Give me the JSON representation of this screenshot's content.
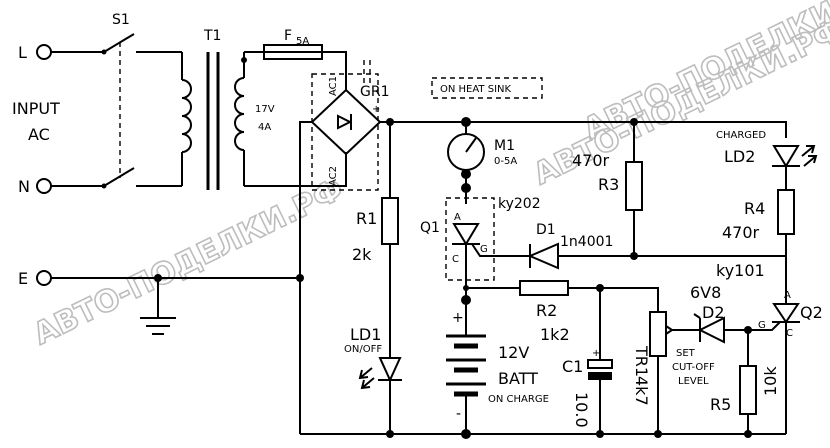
{
  "watermarks": [
    "АВТО-ПОДЕЛКИ.РФ",
    "АВТО-ПОДЕЛКИ.РФ",
    "АВТО-ПОДЕЛКИ.РФ"
  ],
  "labels": {
    "switch": "S1",
    "transformer": "T1",
    "fuse": "F",
    "fuse_rating": "5A",
    "input_l": "L",
    "input_n": "N",
    "input_e": "E",
    "input_text_1": "INPUT",
    "input_text_2": "AC",
    "secondary_voltage": "17V",
    "secondary_current": "4A",
    "bridge": "GR1",
    "bridge_ac1": "AC1",
    "bridge_ac2": "AC2",
    "heat_sink": "ON HEAT SINK",
    "meter": "M1",
    "meter_range": "0-5A",
    "thyristor_q1_type": "ky202",
    "thyristor_q1": "Q1",
    "pin_a": "A",
    "pin_c": "C",
    "pin_g": "G",
    "r1": "R1",
    "r1_value": "2k",
    "d1": "D1",
    "d1_type": "1n4001",
    "r3": "R3",
    "r3_value": "470r",
    "charged": "CHARGED",
    "ld2": "LD2",
    "r4": "R4",
    "r4_value": "470r",
    "q2_type": "ky101",
    "q2": "Q2",
    "zener_voltage": "6V8",
    "d2": "D2",
    "r2": "R2",
    "r2_value": "1k2",
    "ld1": "LD1",
    "on_off": "ON/OFF",
    "plus": "+",
    "minus": "-",
    "batt_voltage": "12V",
    "batt": "BATT",
    "on_charge": "ON CHARGE",
    "c1": "C1",
    "c1_value": "10.0",
    "tr1": "TR1",
    "tr1_value": "4k7",
    "set_1": "SET",
    "set_2": "CUT-OFF",
    "set_3": "LEVEL",
    "r5": "R5",
    "r5_value": "10k"
  }
}
